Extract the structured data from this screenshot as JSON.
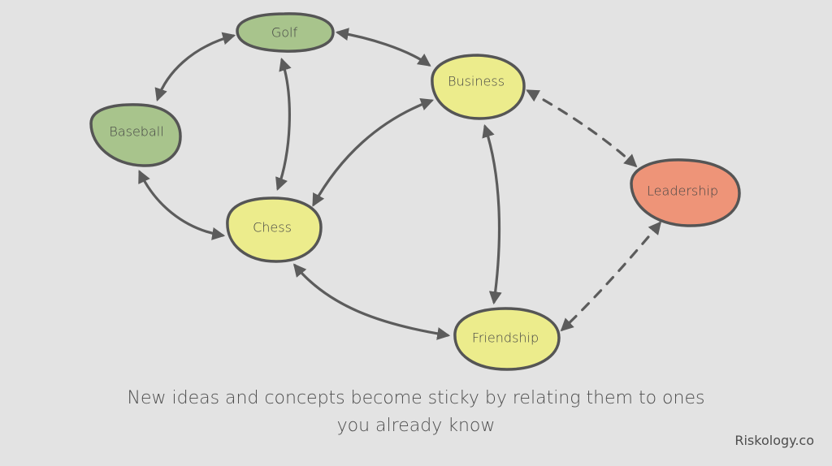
{
  "nodes": {
    "golf": {
      "label": "Golf",
      "fill": "#a8c48c"
    },
    "baseball": {
      "label": "Baseball",
      "fill": "#a8c48c"
    },
    "business": {
      "label": "Business",
      "fill": "#ecec8c"
    },
    "chess": {
      "label": "Chess",
      "fill": "#ecec8c"
    },
    "friendship": {
      "label": "Friendship",
      "fill": "#ecec8c"
    },
    "leadership": {
      "label": "Leadership",
      "fill": "#ee9478"
    }
  },
  "edges": [
    {
      "from": "golf",
      "to": "baseball",
      "style": "solid",
      "arrows": "both"
    },
    {
      "from": "golf",
      "to": "business",
      "style": "solid",
      "arrows": "both"
    },
    {
      "from": "golf",
      "to": "chess",
      "style": "solid",
      "arrows": "both"
    },
    {
      "from": "baseball",
      "to": "chess",
      "style": "solid",
      "arrows": "both"
    },
    {
      "from": "business",
      "to": "chess",
      "style": "solid",
      "arrows": "both"
    },
    {
      "from": "business",
      "to": "friendship",
      "style": "solid",
      "arrows": "both"
    },
    {
      "from": "chess",
      "to": "friendship",
      "style": "solid",
      "arrows": "both"
    },
    {
      "from": "business",
      "to": "leadership",
      "style": "dashed",
      "arrows": "both"
    },
    {
      "from": "leadership",
      "to": "friendship",
      "style": "dashed",
      "arrows": "both"
    }
  ],
  "colors": {
    "edge": "#5c5c5c",
    "outline": "#555555",
    "background": "#e3e3e3"
  },
  "caption": {
    "line1": "New ideas and concepts become sticky by relating them to ones",
    "line2": "you already know"
  },
  "brand": "Riskology.co"
}
